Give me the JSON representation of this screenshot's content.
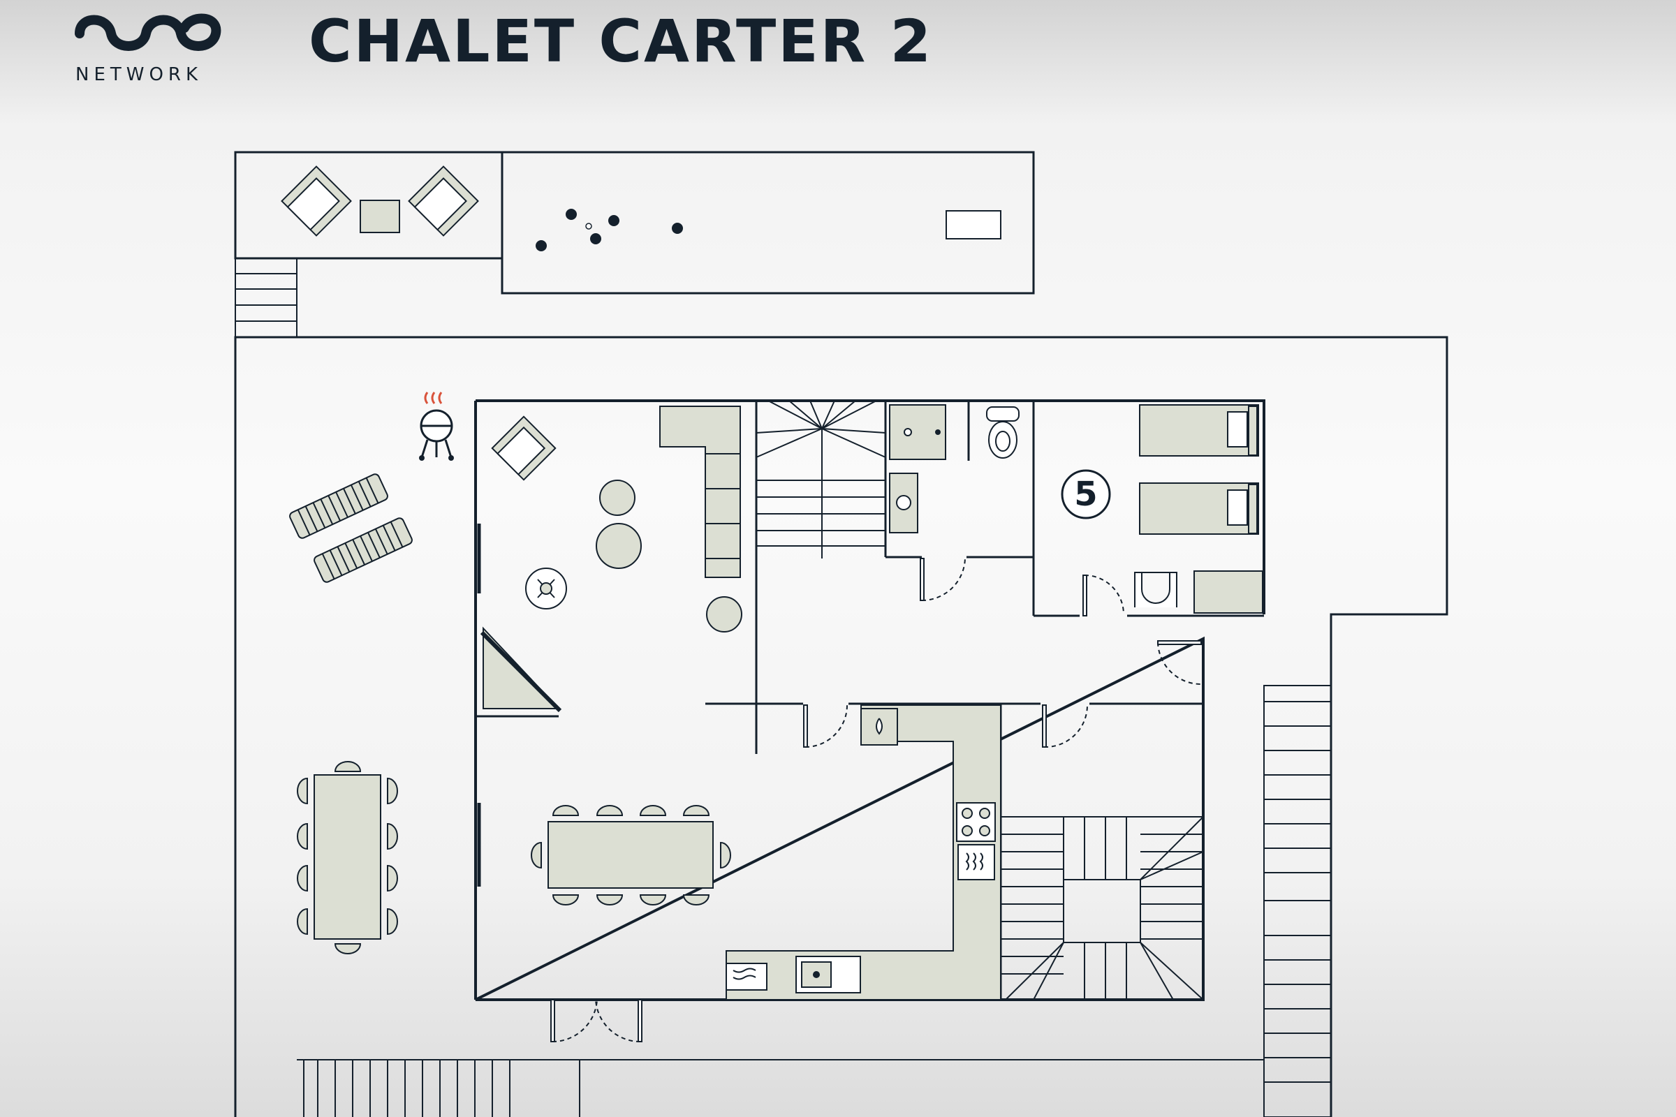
{
  "header": {
    "title": "CHALET CARTER 2",
    "brand_name": "NETWORK",
    "logo_icon": "ovo-logo-icon"
  },
  "plan": {
    "room_number": "5"
  },
  "colors": {
    "ink": "#14202c",
    "furniture_fill": "#dcdfd3",
    "counter_fill": "#dcdfd3",
    "bbq_flame": "#d9533b"
  }
}
